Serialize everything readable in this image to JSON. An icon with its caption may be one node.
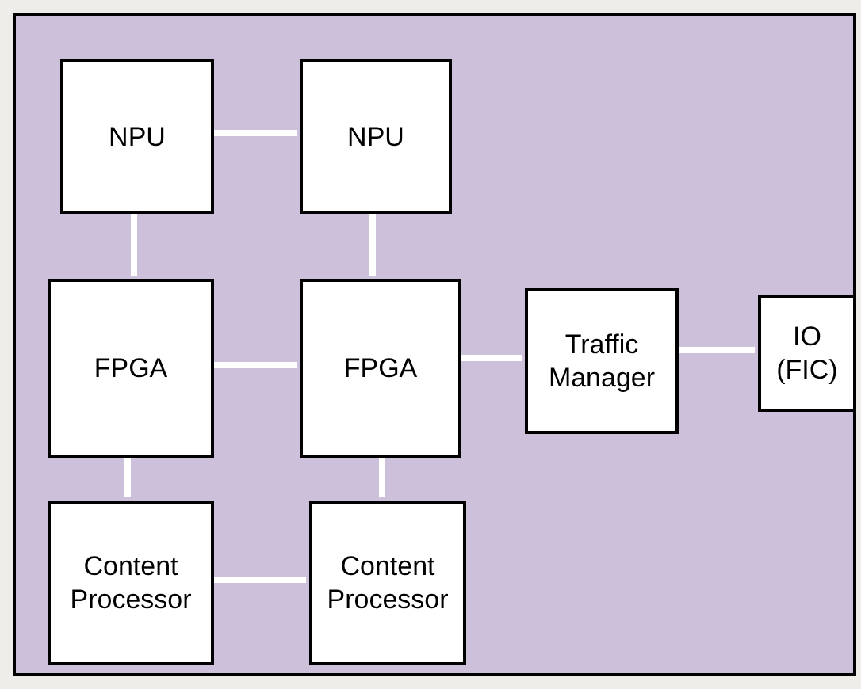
{
  "diagram": {
    "nodes": [
      {
        "text": [],
        "shape": "box"
      },
      {
        "text": [
          "NPU"
        ],
        "in": 0
      },
      {
        "text": [
          "NPU"
        ],
        "in": 0
      },
      {
        "text": [
          "FPGA"
        ],
        "in": 0
      },
      {
        "text": [
          "FPGA"
        ],
        "in": 0
      },
      {
        "text": [
          "Traffic Manager"
        ],
        "in": 0
      },
      {
        "text": [
          "IO (FIC)"
        ],
        "in": 0
      },
      {
        "text": [
          "Content Processor"
        ],
        "in": 0
      },
      {
        "text": [
          "Content Processor"
        ],
        "in": 0
      }
    ],
    "edges": [
      {
        "from": 1,
        "to": 2,
        "arrow": "none"
      },
      {
        "from": 1,
        "to": 3,
        "arrow": "none"
      },
      {
        "from": 2,
        "to": 4,
        "arrow": "none"
      },
      {
        "from": 3,
        "to": 4,
        "arrow": "none"
      },
      {
        "from": 4,
        "to": 5,
        "arrow": "none"
      },
      {
        "from": 5,
        "to": 6,
        "arrow": "none"
      },
      {
        "from": 3,
        "to": 7,
        "arrow": "none"
      },
      {
        "from": 4,
        "to": 8,
        "arrow": "none"
      },
      {
        "from": 7,
        "to": 8,
        "arrow": "none"
      }
    ]
  }
}
